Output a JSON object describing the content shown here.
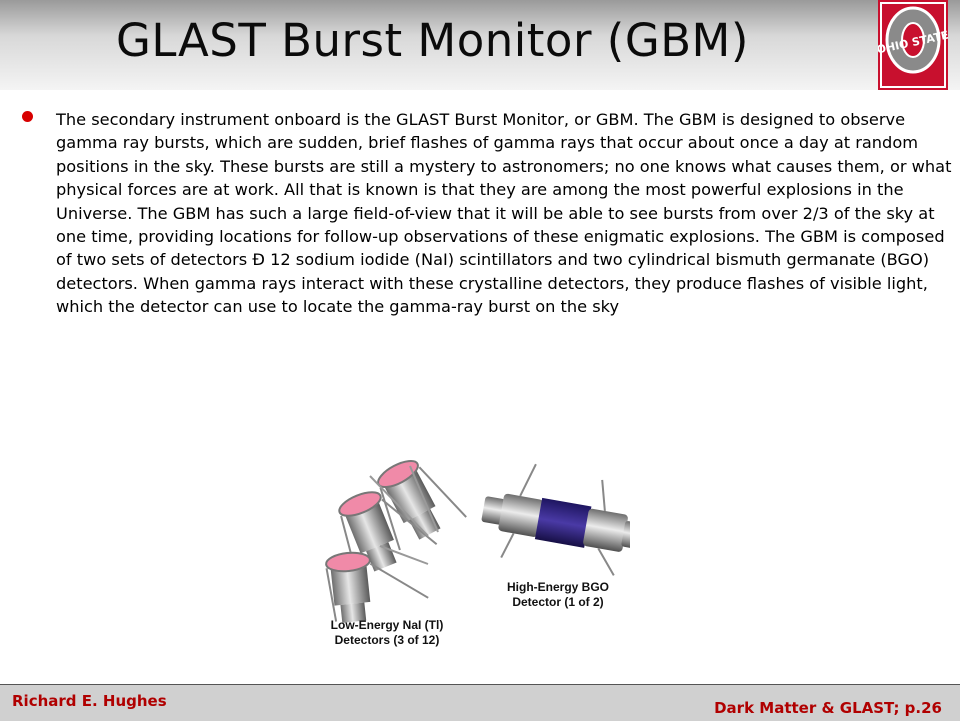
{
  "slide": {
    "title": "GLAST Burst Monitor (GBM)",
    "body": "The secondary instrument onboard is the GLAST Burst Monitor, or GBM. The GBM is designed to observe gamma ray bursts, which are sudden, brief flashes of gamma rays that occur about once a day at random positions in the sky. These bursts are still a mystery to astronomers; no one knows what causes them, or what physical forces are at work. All that is known is that they are among the most powerful explosions in the Universe. The GBM has such a large field-of-view that it will be able to see bursts from over 2/3 of the sky at one time, providing locations for follow-up observations of these enigmatic explosions. The GBM is composed of two sets of detectors Ð 12 sodium iodide (NaI) scintillators and two cylindrical bismuth germanate (BGO) detectors. When gamma rays interact with these crystalline detectors, they produce flashes of visible light, which the detector can use to locate the gamma-ray burst on the sky"
  },
  "logo": {
    "text": "OHIO STATE",
    "icon": "ohio-state-block-o-logo"
  },
  "figure": {
    "nai_caption_line1": "Low-Energy NaI (Tl)",
    "nai_caption_line2": "Detectors (3 of 12)",
    "bgo_caption_line1": "High-Energy BGO",
    "bgo_caption_line2": "Detector (1 of 2)"
  },
  "footer": {
    "author": "Richard E. Hughes",
    "page_label": "Dark Matter & GLAST; p.26"
  },
  "colors": {
    "accent": "#b00000",
    "bullet": "#d80000",
    "crystal": "#3a2b8c",
    "window": "#f08aa8"
  }
}
